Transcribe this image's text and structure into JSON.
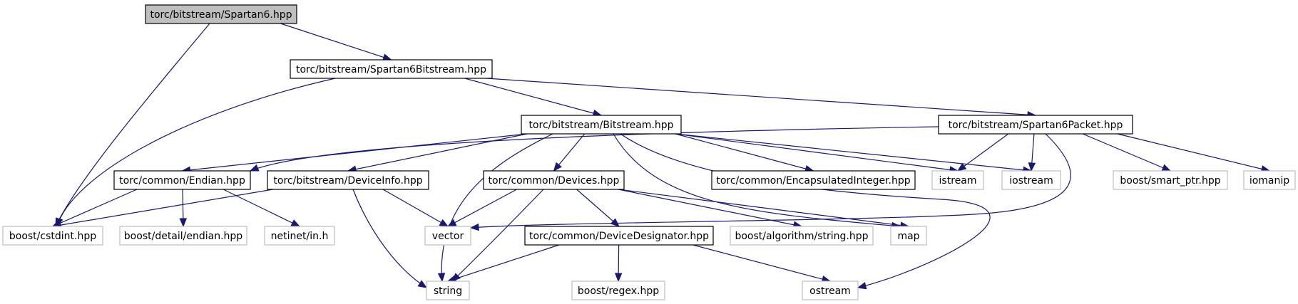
{
  "graph": {
    "colors": {
      "edge": "#191970",
      "focus_fill": "#bfbfbf",
      "node_border": "#000000",
      "external_border": "#bfbfbf",
      "background": "#ffffff"
    },
    "nodes": [
      {
        "id": "spartan6",
        "label": "torc/bitstream/Spartan6.hpp",
        "kind": "focus"
      },
      {
        "id": "s6bitstream",
        "label": "torc/bitstream/Spartan6Bitstream.hpp",
        "kind": "internal"
      },
      {
        "id": "bitstream",
        "label": "torc/bitstream/Bitstream.hpp",
        "kind": "internal"
      },
      {
        "id": "s6packet",
        "label": "torc/bitstream/Spartan6Packet.hpp",
        "kind": "internal"
      },
      {
        "id": "endian",
        "label": "torc/common/Endian.hpp",
        "kind": "internal"
      },
      {
        "id": "deviceinfo",
        "label": "torc/bitstream/DeviceInfo.hpp",
        "kind": "internal"
      },
      {
        "id": "devices",
        "label": "torc/common/Devices.hpp",
        "kind": "internal"
      },
      {
        "id": "encint",
        "label": "torc/common/EncapsulatedInteger.hpp",
        "kind": "internal"
      },
      {
        "id": "istream",
        "label": "istream",
        "kind": "external"
      },
      {
        "id": "iostream",
        "label": "iostream",
        "kind": "external"
      },
      {
        "id": "smartptr",
        "label": "boost/smart_ptr.hpp",
        "kind": "external"
      },
      {
        "id": "iomanip",
        "label": "iomanip",
        "kind": "external"
      },
      {
        "id": "cstdint",
        "label": "boost/cstdint.hpp",
        "kind": "external"
      },
      {
        "id": "detailendian",
        "label": "boost/detail/endian.hpp",
        "kind": "external"
      },
      {
        "id": "netinet",
        "label": "netinet/in.h",
        "kind": "external"
      },
      {
        "id": "vector",
        "label": "vector",
        "kind": "external"
      },
      {
        "id": "devdesig",
        "label": "torc/common/DeviceDesignator.hpp",
        "kind": "internal"
      },
      {
        "id": "algstring",
        "label": "boost/algorithm/string.hpp",
        "kind": "external"
      },
      {
        "id": "map",
        "label": "map",
        "kind": "external"
      },
      {
        "id": "string",
        "label": "string",
        "kind": "external"
      },
      {
        "id": "regex",
        "label": "boost/regex.hpp",
        "kind": "external"
      },
      {
        "id": "ostream",
        "label": "ostream",
        "kind": "external"
      }
    ],
    "edges": [
      [
        "spartan6",
        "cstdint"
      ],
      [
        "spartan6",
        "s6bitstream"
      ],
      [
        "s6bitstream",
        "cstdint"
      ],
      [
        "s6bitstream",
        "bitstream"
      ],
      [
        "s6bitstream",
        "s6packet"
      ],
      [
        "bitstream",
        "endian"
      ],
      [
        "bitstream",
        "deviceinfo"
      ],
      [
        "bitstream",
        "string"
      ],
      [
        "bitstream",
        "devices"
      ],
      [
        "bitstream",
        "map"
      ],
      [
        "bitstream",
        "ostream"
      ],
      [
        "bitstream",
        "encint"
      ],
      [
        "bitstream",
        "istream"
      ],
      [
        "bitstream",
        "iostream"
      ],
      [
        "s6packet",
        "endian"
      ],
      [
        "s6packet",
        "istream"
      ],
      [
        "s6packet",
        "iostream"
      ],
      [
        "s6packet",
        "smartptr"
      ],
      [
        "s6packet",
        "iomanip"
      ],
      [
        "s6packet",
        "vector"
      ],
      [
        "endian",
        "cstdint"
      ],
      [
        "endian",
        "detailendian"
      ],
      [
        "endian",
        "netinet"
      ],
      [
        "deviceinfo",
        "cstdint"
      ],
      [
        "deviceinfo",
        "vector"
      ],
      [
        "deviceinfo",
        "string"
      ],
      [
        "devices",
        "vector"
      ],
      [
        "devices",
        "string"
      ],
      [
        "devices",
        "devdesig"
      ],
      [
        "devices",
        "algstring"
      ],
      [
        "devices",
        "map"
      ],
      [
        "devdesig",
        "string"
      ],
      [
        "devdesig",
        "regex"
      ],
      [
        "devdesig",
        "ostream"
      ]
    ]
  }
}
